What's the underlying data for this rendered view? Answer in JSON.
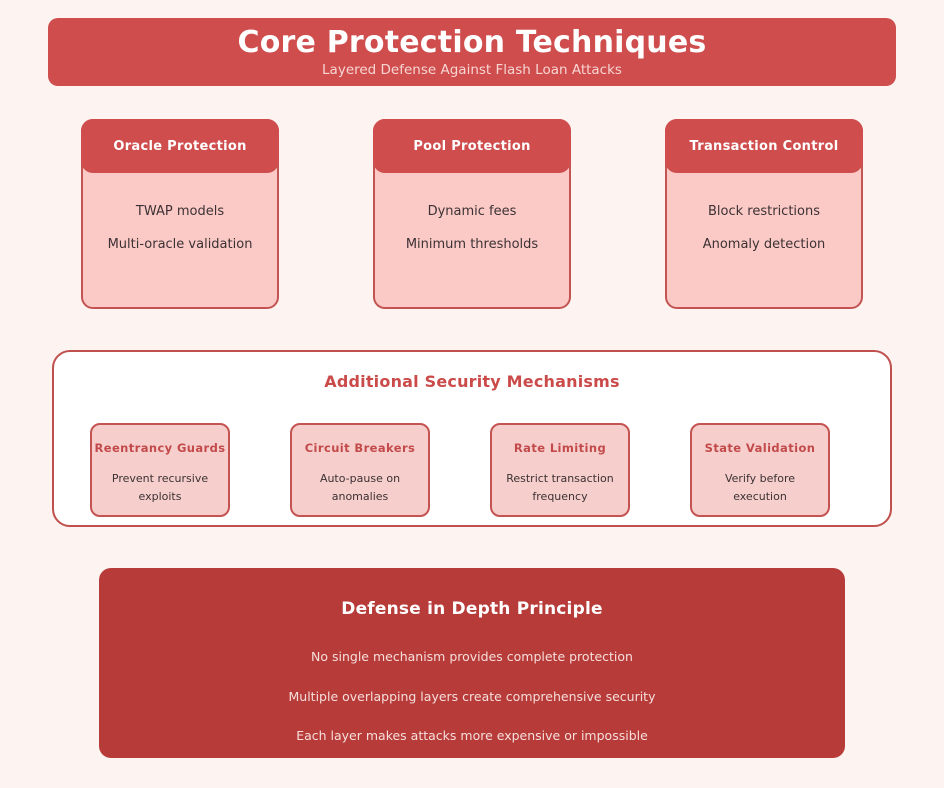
{
  "banner": {
    "title": "Core Protection Techniques",
    "subtitle": "Layered Defense Against Flash Loan Attacks"
  },
  "colors": {
    "background": "#fdf3f1",
    "banner_red": "#cf4d4d",
    "card_body_pink": "#fbcac7",
    "card_border": "#c45451",
    "panel_border": "#c0504d",
    "panel_title_red": "#cb4b4b",
    "mini_fill": "#f6cfcd",
    "mini_title_red": "#c34a4a",
    "principle_red": "#b73c39",
    "body_text": "#3c3133"
  },
  "cards": [
    {
      "title": "Oracle Protection",
      "items": [
        "TWAP models",
        "Multi-oracle validation"
      ]
    },
    {
      "title": "Pool Protection",
      "items": [
        "Dynamic fees",
        "Minimum thresholds"
      ]
    },
    {
      "title": "Transaction Control",
      "items": [
        "Block restrictions",
        "Anomaly detection"
      ]
    }
  ],
  "panel": {
    "title": "Additional Security Mechanisms",
    "mechanisms": [
      {
        "title": "Reentrancy Guards",
        "description": "Prevent recursive\nexploits"
      },
      {
        "title": "Circuit Breakers",
        "description": "Auto-pause on\nanomalies"
      },
      {
        "title": "Rate Limiting",
        "description": "Restrict transaction\nfrequency"
      },
      {
        "title": "State Validation",
        "description": "Verify before\nexecution"
      }
    ]
  },
  "principle": {
    "title": "Defense in Depth Principle",
    "lines": [
      "No single mechanism provides complete protection",
      "Multiple overlapping layers create comprehensive security",
      "Each layer makes attacks more expensive or impossible"
    ]
  }
}
